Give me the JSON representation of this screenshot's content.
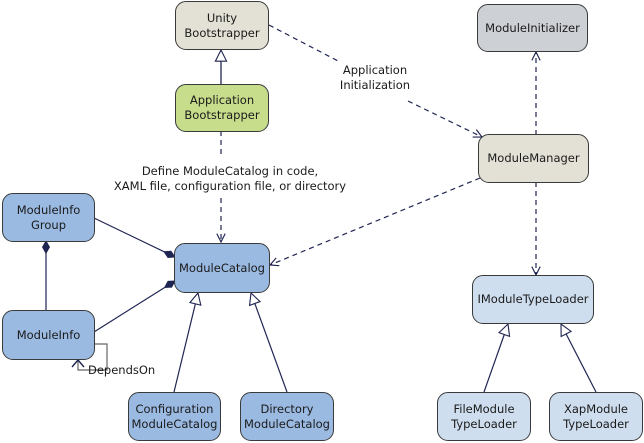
{
  "diagram": {
    "colors": {
      "bootstrapper_gray": "#e3e1d6",
      "app_green": "#c8dd8c",
      "initializer_gray": "#cdd0d4",
      "manager_beige": "#e3e1d6",
      "catalog_blue": "#9bbae2",
      "loader_lightblue": "#cfdeef",
      "line": "#1f2552"
    },
    "nodes": {
      "unity_bootstrapper": "Unity\nBootstrapper",
      "application_bootstrapper": "Application\nBootstrapper",
      "module_initializer": "ModuleInitializer",
      "module_manager": "ModuleManager",
      "module_info_group": "ModuleInfo\nGroup",
      "module_catalog": "ModuleCatalog",
      "module_info": "ModuleInfo",
      "imodule_type_loader": "IModuleTypeLoader",
      "configuration_module_catalog": "Configuration\nModuleCatalog",
      "directory_module_catalog": "Directory\nModuleCatalog",
      "file_module_type_loader": "FileModule\nTypeLoader",
      "xap_module_type_loader": "XapModule\nTypeLoader"
    },
    "labels": {
      "application_initialization": "Application\nInitialization",
      "define_module_catalog": "Define ModuleCatalog in code,\nXAML file, configuration file, or directory",
      "depends_on": "DependsOn"
    },
    "relationships": [
      {
        "from": "application_bootstrapper",
        "to": "unity_bootstrapper",
        "type": "inheritance"
      },
      {
        "from": "unity_bootstrapper",
        "to": "module_manager",
        "type": "dependency",
        "label": "Application Initialization"
      },
      {
        "from": "application_bootstrapper",
        "to": "module_catalog",
        "type": "dependency",
        "label": "Define ModuleCatalog in code, XAML file, configuration file, or directory"
      },
      {
        "from": "module_manager",
        "to": "module_initializer",
        "type": "dependency"
      },
      {
        "from": "module_manager",
        "to": "module_catalog",
        "type": "dependency"
      },
      {
        "from": "module_manager",
        "to": "imodule_type_loader",
        "type": "dependency"
      },
      {
        "from": "module_info_group",
        "to": "module_catalog",
        "type": "composition"
      },
      {
        "from": "module_info",
        "to": "module_catalog",
        "type": "composition"
      },
      {
        "from": "module_info",
        "to": "module_info_group",
        "type": "composition"
      },
      {
        "from": "module_info",
        "to": "module_info",
        "type": "association",
        "label": "DependsOn"
      },
      {
        "from": "configuration_module_catalog",
        "to": "module_catalog",
        "type": "inheritance"
      },
      {
        "from": "directory_module_catalog",
        "to": "module_catalog",
        "type": "inheritance"
      },
      {
        "from": "file_module_type_loader",
        "to": "imodule_type_loader",
        "type": "inheritance"
      },
      {
        "from": "xap_module_type_loader",
        "to": "imodule_type_loader",
        "type": "inheritance"
      }
    ]
  }
}
